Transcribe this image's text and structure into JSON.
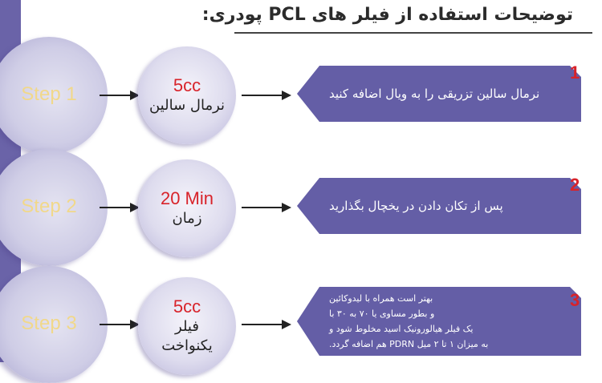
{
  "title": "توضیحات استفاده از فیلر های PCL پودری:",
  "steps": [
    {
      "label": "Step 1",
      "value": "5cc",
      "text": "نرمال سالین",
      "number": "1",
      "instruction": "نرمال سالین تزریقی را به ویال اضافه کنید"
    },
    {
      "label": "Step 2",
      "value": "20 Min",
      "text": "زمان",
      "number": "2",
      "instruction": "پس از تکان دادن در یخچال بگذارید"
    },
    {
      "label": "Step 3",
      "value": "5cc",
      "text_line1": "فیلر",
      "text_line2": "یکنواخت",
      "number": "3",
      "instruction": [
        "بهتر است همراه با لیدوکائین",
        "و بطور مساوی یا ۷۰ به ۳۰ با",
        "یک فیلر هیالورونیک اسید مخلوط شود و",
        "به میزان ۱ تا ۲ میل  PDRN هم اضافه گردد."
      ]
    }
  ],
  "colors": {
    "band": "#6a63a8",
    "instruction_box": "#645ea6",
    "step_label": "#f1d88a",
    "accent_red": "#d8232a"
  }
}
